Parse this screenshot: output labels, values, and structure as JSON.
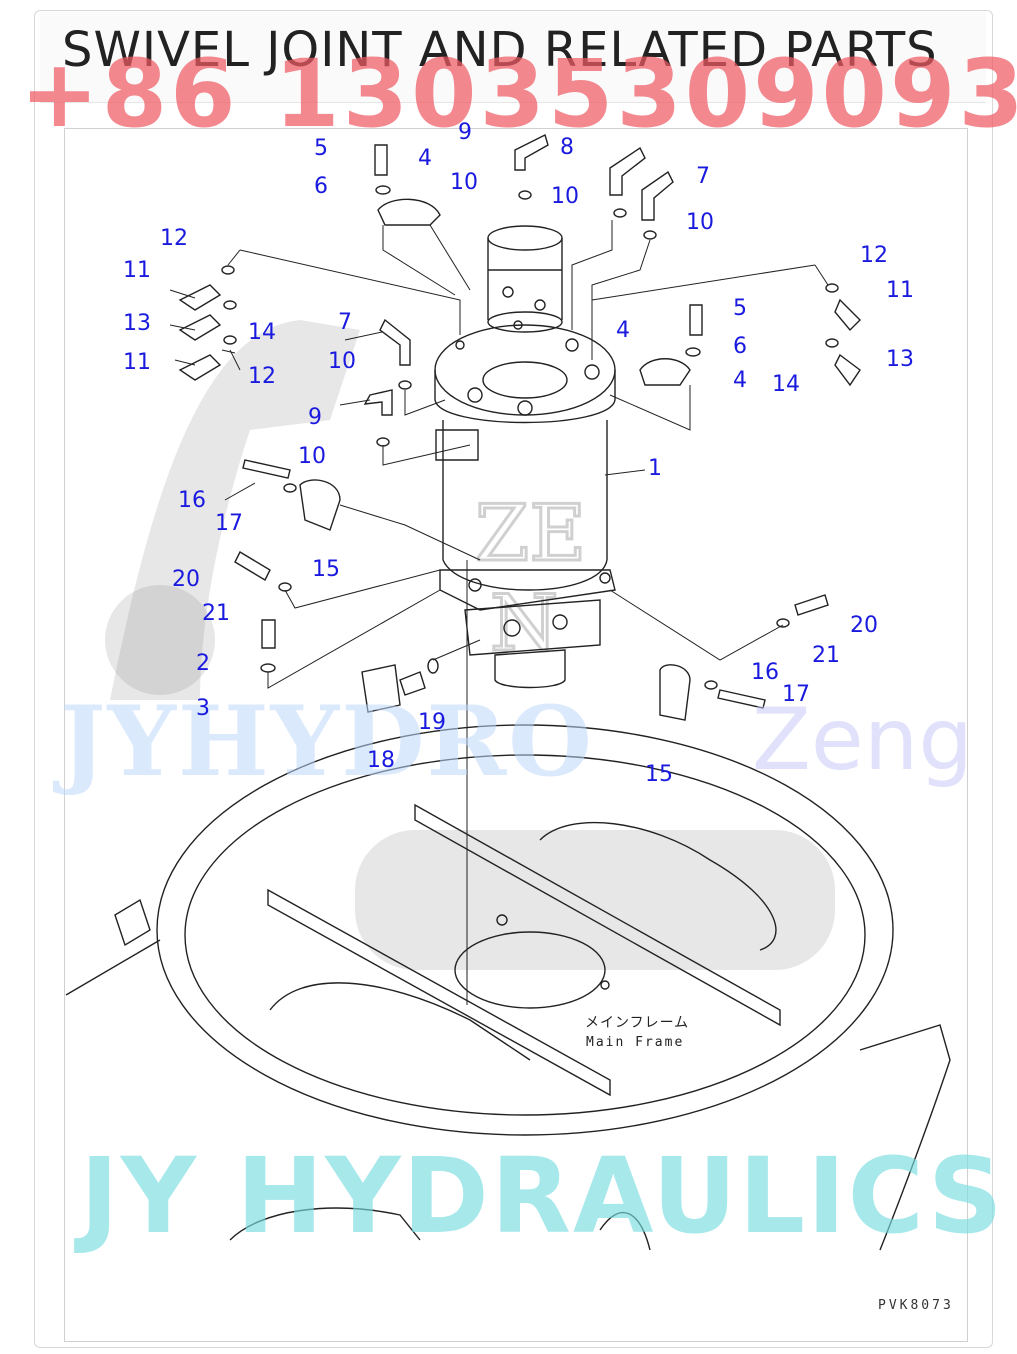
{
  "header": {
    "title": "SWIVEL JOINT AND RELATED PARTS"
  },
  "watermarks": {
    "phone": "+86 13035309093",
    "mid_left": "JYHYDRO",
    "mid_right": "Zeng",
    "bottom": "JY HYDRAULICS"
  },
  "diagram": {
    "drawing_code": "PVK8073",
    "main_frame_jp": "メインフレーム",
    "main_frame_en": "Main Frame",
    "callouts": [
      {
        "id": "c-5a",
        "text": "5"
      },
      {
        "id": "c-4a",
        "text": "4"
      },
      {
        "id": "c-6a",
        "text": "6"
      },
      {
        "id": "c-9a",
        "text": "9"
      },
      {
        "id": "c-10a",
        "text": "10"
      },
      {
        "id": "c-8",
        "text": "8"
      },
      {
        "id": "c-10b",
        "text": "10"
      },
      {
        "id": "c-7a",
        "text": "7"
      },
      {
        "id": "c-10c",
        "text": "10"
      },
      {
        "id": "c-12a",
        "text": "12"
      },
      {
        "id": "c-11a",
        "text": "11"
      },
      {
        "id": "c-13a",
        "text": "13"
      },
      {
        "id": "c-14a",
        "text": "14"
      },
      {
        "id": "c-11b",
        "text": "11"
      },
      {
        "id": "c-12b",
        "text": "12"
      },
      {
        "id": "c-7b",
        "text": "7"
      },
      {
        "id": "c-10d",
        "text": "10"
      },
      {
        "id": "c-9b",
        "text": "9"
      },
      {
        "id": "c-10e",
        "text": "10"
      },
      {
        "id": "c-12c",
        "text": "12"
      },
      {
        "id": "c-11c",
        "text": "11"
      },
      {
        "id": "c-5b",
        "text": "5"
      },
      {
        "id": "c-4b",
        "text": "4"
      },
      {
        "id": "c-6b",
        "text": "6"
      },
      {
        "id": "c-4c",
        "text": "4"
      },
      {
        "id": "c-14b",
        "text": "14"
      },
      {
        "id": "c-13b",
        "text": "13"
      },
      {
        "id": "c-1",
        "text": "1"
      },
      {
        "id": "c-16a",
        "text": "16"
      },
      {
        "id": "c-17a",
        "text": "17"
      },
      {
        "id": "c-15a",
        "text": "15"
      },
      {
        "id": "c-20a",
        "text": "20"
      },
      {
        "id": "c-21a",
        "text": "21"
      },
      {
        "id": "c-2",
        "text": "2"
      },
      {
        "id": "c-3",
        "text": "3"
      },
      {
        "id": "c-18",
        "text": "18"
      },
      {
        "id": "c-19",
        "text": "19"
      },
      {
        "id": "c-20b",
        "text": "20"
      },
      {
        "id": "c-21b",
        "text": "21"
      },
      {
        "id": "c-16b",
        "text": "16"
      },
      {
        "id": "c-17b",
        "text": "17"
      },
      {
        "id": "c-15b",
        "text": "15"
      }
    ]
  }
}
